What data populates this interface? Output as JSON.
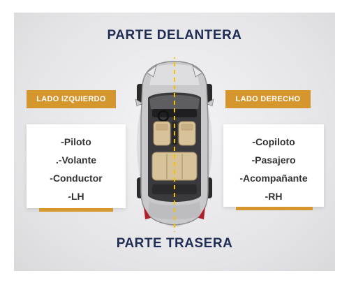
{
  "front_label": "PARTE DELANTERA",
  "rear_label": "PARTE TRASERA",
  "left_side": {
    "title": "LADO IZQUIERDO",
    "items": [
      "-Piloto",
      ".-Volante",
      "-Conductor",
      "-LH"
    ]
  },
  "right_side": {
    "title": "LADO DERECHO",
    "items": [
      "-Copiloto",
      "-Pasajero",
      "-Acompañante",
      "-RH"
    ]
  },
  "colors": {
    "accent": "#d6962e",
    "heading": "#1f2d54",
    "centerline": "#f2c200"
  },
  "icons": [
    "car-top-view-icon"
  ]
}
